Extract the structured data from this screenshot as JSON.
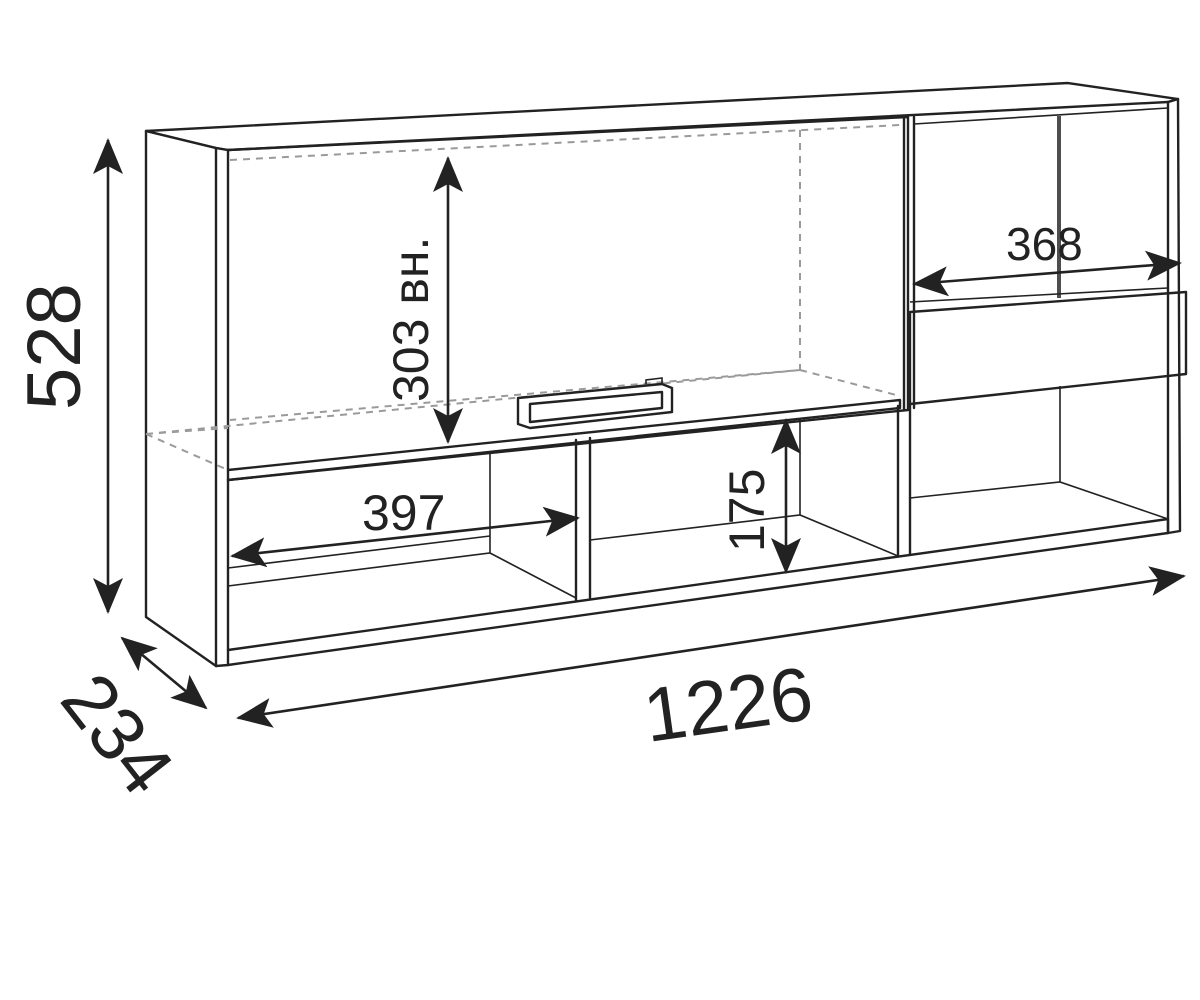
{
  "dimensions": {
    "total_height": "528",
    "depth": "234",
    "total_width": "1226",
    "inner_height": "303 вн.",
    "left_shelf_width": "397",
    "right_section_width": "368",
    "middle_niche_height": "175"
  },
  "colors": {
    "line": "#222222",
    "hidden_line": "#9a9a9a",
    "background": "#ffffff"
  }
}
